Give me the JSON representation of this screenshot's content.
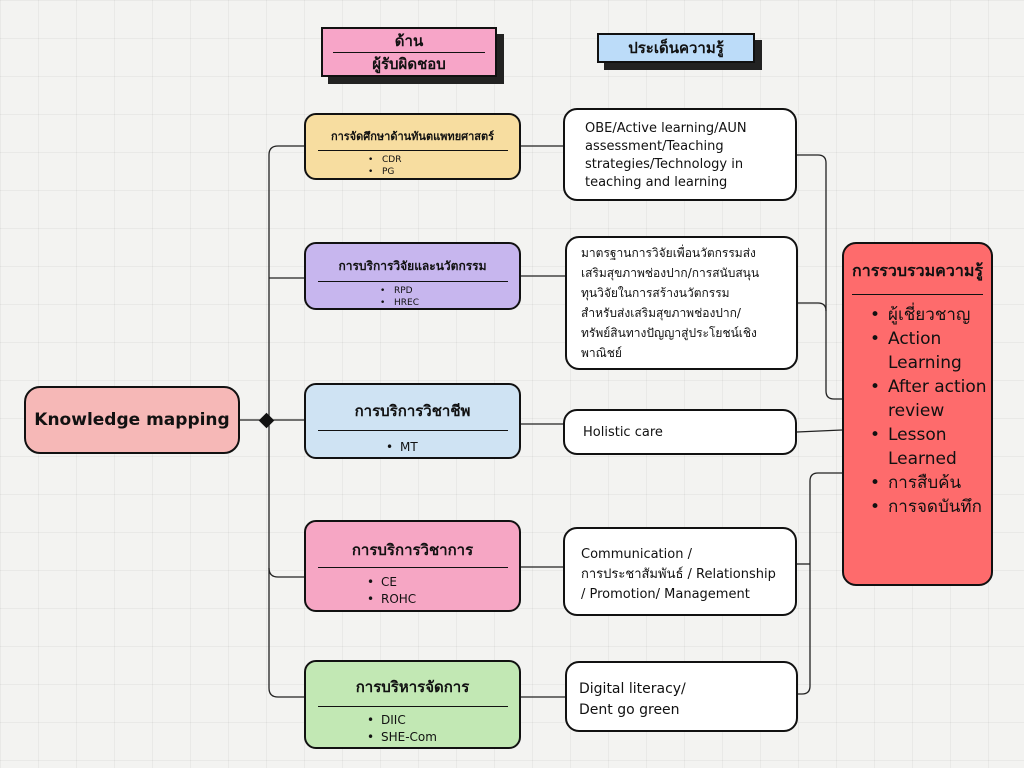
{
  "header": {
    "responsibility_line1": "ด้าน",
    "responsibility_line2": "ผู้รับผิดชอบ",
    "topics": "ประเด็นความรู้"
  },
  "root": {
    "label": "Knowledge mapping"
  },
  "categories": [
    {
      "title": "การจัดศึกษาด้านทันตแพทยศาสตร์",
      "items": [
        "CDR",
        "PG"
      ],
      "color": "#f7dda0"
    },
    {
      "title": "การบริการวิจัยและนวัตกรรม",
      "items": [
        "RPD",
        "HREC"
      ],
      "color": "#c7b6ee"
    },
    {
      "title": "การบริการวิชาชีพ",
      "items": [
        "MT"
      ],
      "color": "#cfe3f3"
    },
    {
      "title": "การบริการวิชาการ",
      "items": [
        "CE",
        "ROHC"
      ],
      "color": "#f6a6c4"
    },
    {
      "title": "การบริหารจัดการ",
      "items": [
        "DIIC",
        "SHE-Com"
      ],
      "color": "#c2e8b4"
    }
  ],
  "topics": [
    {
      "lines": [
        "OBE/Active learning/AUN",
        "assessment/Teaching",
        "strategies/Technology in",
        "teaching and learning"
      ]
    },
    {
      "lines": [
        "มาตรฐานการวิจัยเพื่อนวัตกรรมส่ง",
        "เสริมสุขภาพช่องปาก/การสนับสนุน",
        "ทุนวิจัยในการสร้างนวัตกรรม",
        "สำหรับส่งเสริมสุขภาพช่องปาก/",
        "ทรัพย์สินทางปัญญาสู่ประโยชน์เชิง",
        "พาณิชย์"
      ]
    },
    {
      "lines": [
        "Holistic care"
      ]
    },
    {
      "lines": [
        "Communication /",
        "การประชาสัมพันธ์ / Relationship",
        "/ Promotion/ Management"
      ]
    },
    {
      "lines": [
        "Digital literacy/",
        "Dent go green"
      ]
    }
  ],
  "summary": {
    "title": "การรวบรวมความรู้",
    "items": [
      "ผู้เชี่ยวชาญ",
      "Action Learning",
      "After action review",
      "Lesson Learned",
      "การสืบค้น",
      "การจดบันทึก"
    ]
  },
  "colors": {
    "root": "#f6b8b7",
    "summary": "#fe6b6c",
    "header_responsibility": "#f7a5c8",
    "header_topics": "#bcdcf9"
  }
}
